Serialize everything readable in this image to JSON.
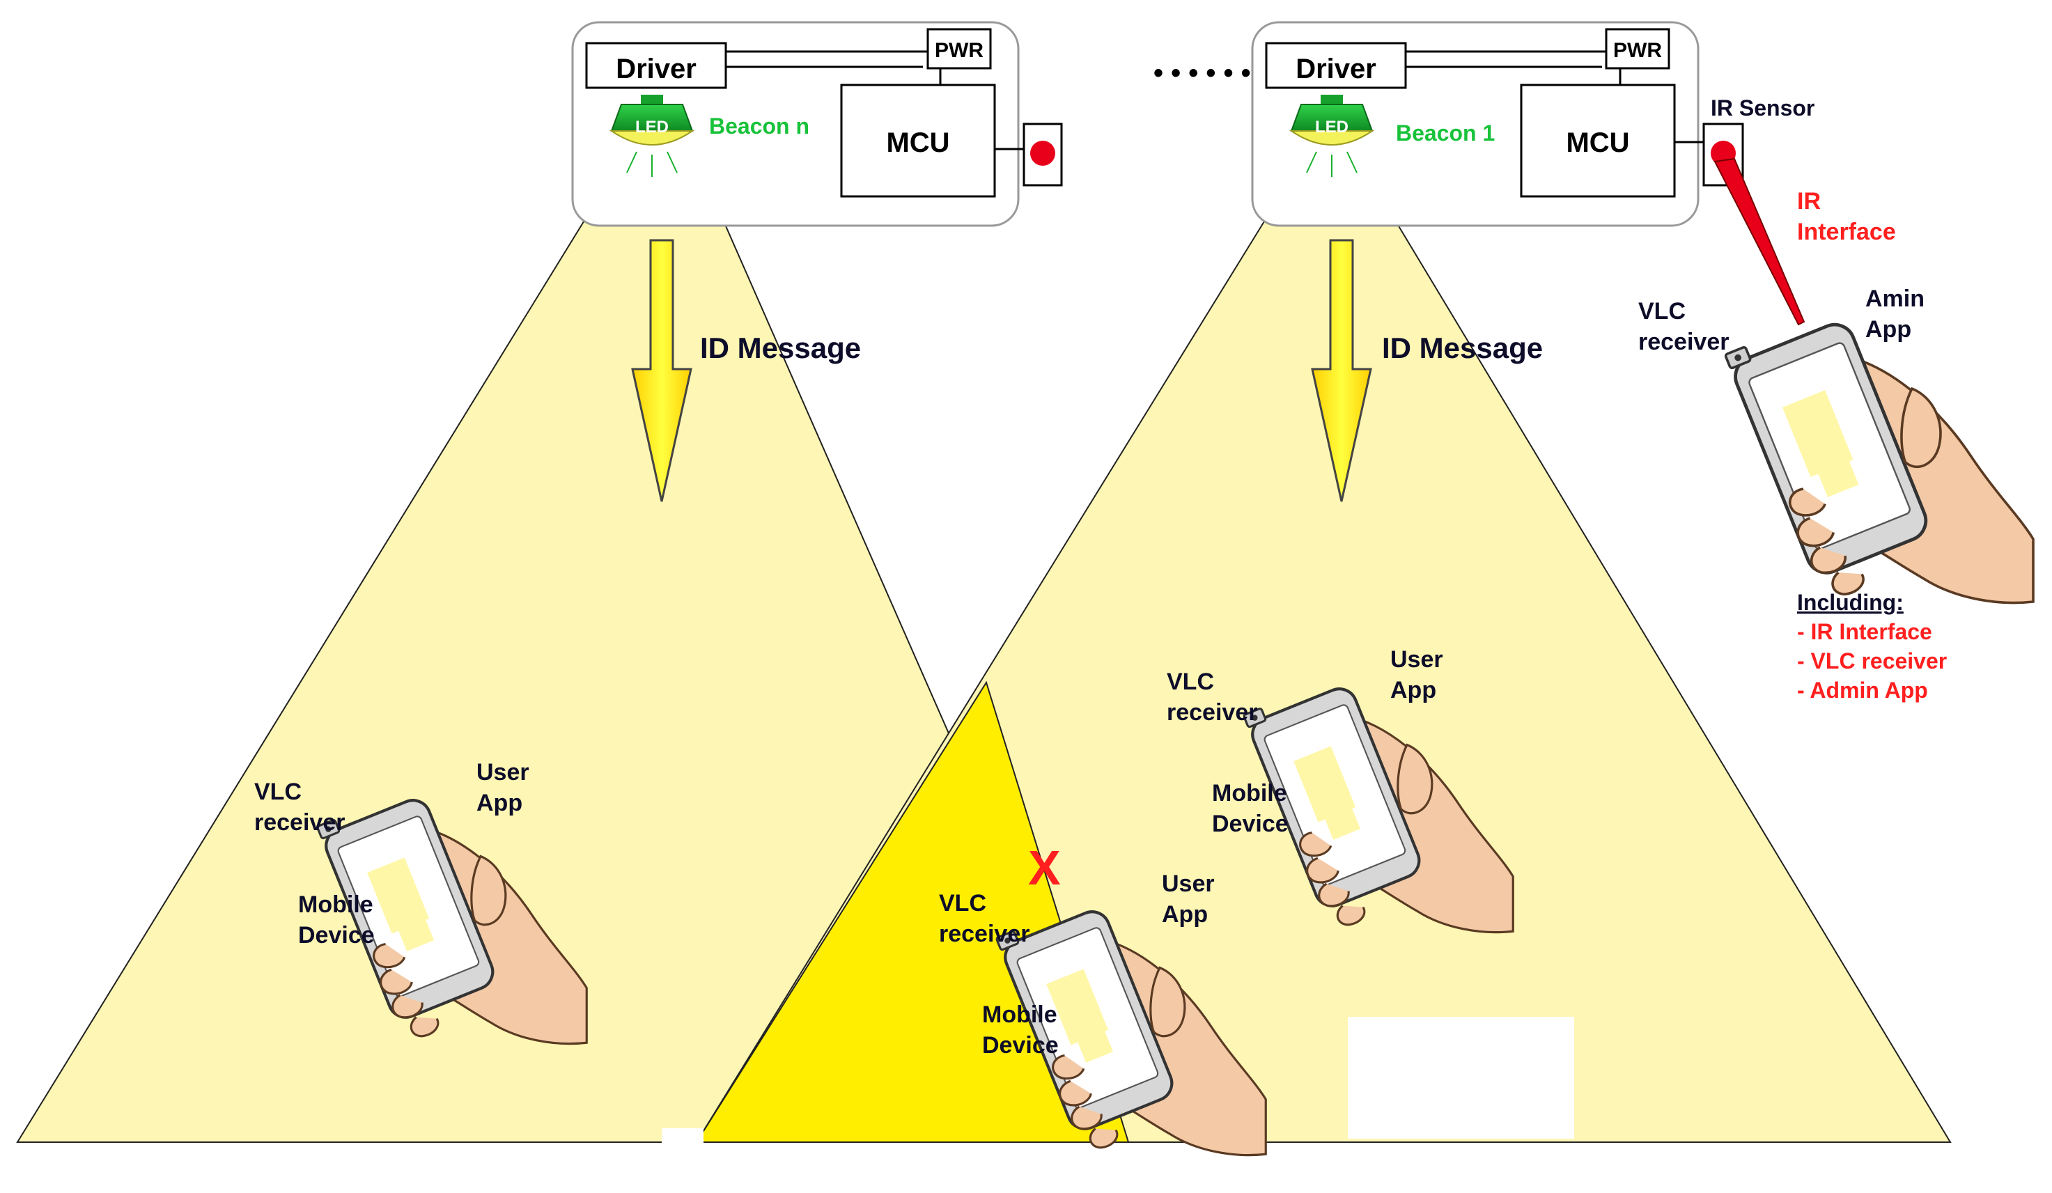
{
  "beacon_n": {
    "driver": "Driver",
    "pwr": "PWR",
    "mcu": "MCU",
    "led": "LED",
    "name": "Beacon n"
  },
  "beacon_1": {
    "driver": "Driver",
    "pwr": "PWR",
    "mcu": "MCU",
    "led": "LED",
    "name": "Beacon 1",
    "ir_sensor": "IR Sensor"
  },
  "ellipsis": "• • • • • • •",
  "id_message": "ID Message",
  "ir_interface": {
    "line1": "IR",
    "line2": "Interface"
  },
  "admin_device": {
    "vlc_line1": "VLC",
    "vlc_line2": "receiver",
    "app_line1": "Amin",
    "app_line2": "App",
    "including_title": "Including:",
    "including_items": [
      "- IR Interface",
      "- VLC receiver",
      "- Admin App"
    ]
  },
  "device_labels": {
    "vlc_line1": "VLC",
    "vlc_line2": "receiver",
    "user_line1": "User",
    "user_line2": "App",
    "mobile_line1": "Mobile",
    "mobile_line2": "Device"
  },
  "reject_mark": "X",
  "colors": {
    "beam_light": "#fdf6b4",
    "beam_overlap": "#ffee00",
    "arrow_yellow": "#ffff20",
    "led_green": "#18b02e",
    "label_green": "#18c23a",
    "label_red": "#ff1f1f",
    "label_dark": "#0d0d2a",
    "skin": "#f3c9a6",
    "phone_body": "#d9d9d9"
  },
  "icons": [
    "led-bulb-icon",
    "ir-sensor-icon",
    "hand-phone-icon",
    "reject-x-icon",
    "down-arrow-icon"
  ]
}
